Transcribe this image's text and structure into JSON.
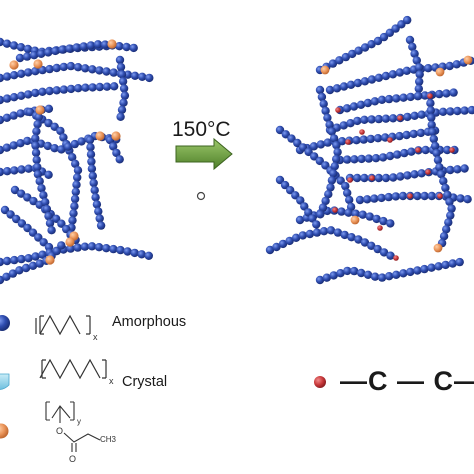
{
  "arrow_label": "150°C",
  "legend": {
    "amorphous_label": "Amorphous",
    "crystal_label": "Crystal",
    "amorphous_subscript": "x",
    "crystal_subscript": "x",
    "vinyl_acetate_subscript": "y",
    "acetate_oxygen_single": "O",
    "acetate_oxygen_double": "O",
    "acetate_methyl": "CH3",
    "crosslink_bond": "—C — C—"
  },
  "colors": {
    "chain_bead": "#2c4aa8",
    "chain_bead_highlight": "#6a88e0",
    "acetate_group": "#e8955a",
    "crosslink_point": "#c8383a",
    "crystal_icon": "#9fd7ea",
    "arrow_fill": "#6a9a3a"
  }
}
